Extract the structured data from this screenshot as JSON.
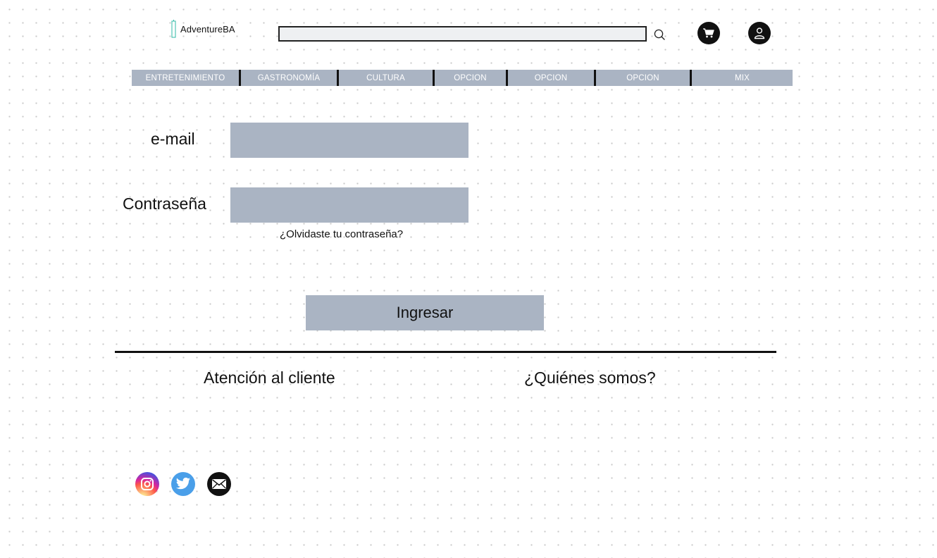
{
  "brand": {
    "name": "AdventureBA"
  },
  "header": {
    "search": {
      "value": "",
      "placeholder": ""
    }
  },
  "nav": {
    "items": [
      {
        "label": "ENTRETENIMIENTO"
      },
      {
        "label": "GASTRONOMÍA"
      },
      {
        "label": "CULTURA"
      },
      {
        "label": "OPCION"
      },
      {
        "label": "OPCION"
      },
      {
        "label": "OPCION"
      },
      {
        "label": "MIX"
      }
    ]
  },
  "login": {
    "email_label": "e-mail",
    "email_value": "",
    "password_label": "Contraseña",
    "password_value": "",
    "forgot_label": "¿Olvidaste tu contraseña?",
    "submit_label": "Ingresar"
  },
  "footer": {
    "support_label": "Atención al cliente",
    "about_label": "¿Quiénes somos?",
    "social": [
      "instagram-icon",
      "twitter-icon",
      "mail-icon"
    ]
  },
  "colors": {
    "field_bg": "#aab4c3",
    "nav_bg": "#aab4c3",
    "twitter": "#4a9fe9",
    "dark": "#111111"
  },
  "icons": {
    "search": "search-icon",
    "cart": "cart-icon",
    "user": "user-icon",
    "logo": "building-icon"
  }
}
